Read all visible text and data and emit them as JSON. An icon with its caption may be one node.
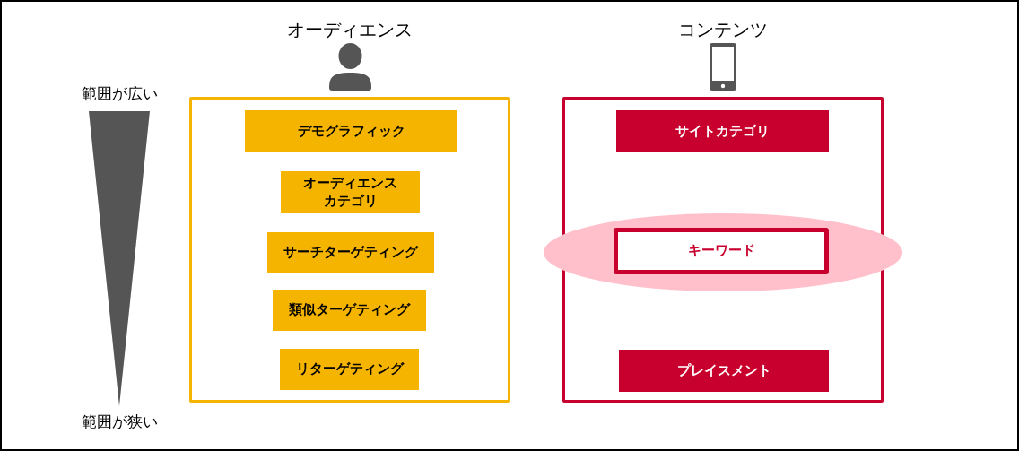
{
  "diagram": {
    "nodes": [
      {
        "text": [
          "オーディエンス"
        ]
      },
      {
        "text": [
          "デモグラフィック"
        ],
        "in": 0
      },
      {
        "text": [
          "オーディエンスカテゴリ"
        ],
        "in": 0
      },
      {
        "text": [
          "サーチターゲティング"
        ],
        "in": 0
      },
      {
        "text": [
          "類似ターゲティング"
        ],
        "in": 0
      },
      {
        "text": [
          "リターゲティング"
        ],
        "in": 0
      },
      {
        "text": [
          "コンテンツ"
        ]
      },
      {
        "text": [
          "サイトカテゴリ"
        ],
        "in": 6
      },
      {
        "text": [],
        "shape": "ellipse"
      },
      {
        "text": [
          "キーワード"
        ],
        "in": 8
      },
      {
        "text": [
          "プレイスメント"
        ],
        "in": 6
      }
    ],
    "labels": [
      "範囲が広い",
      "範囲が狭い"
    ]
  }
}
